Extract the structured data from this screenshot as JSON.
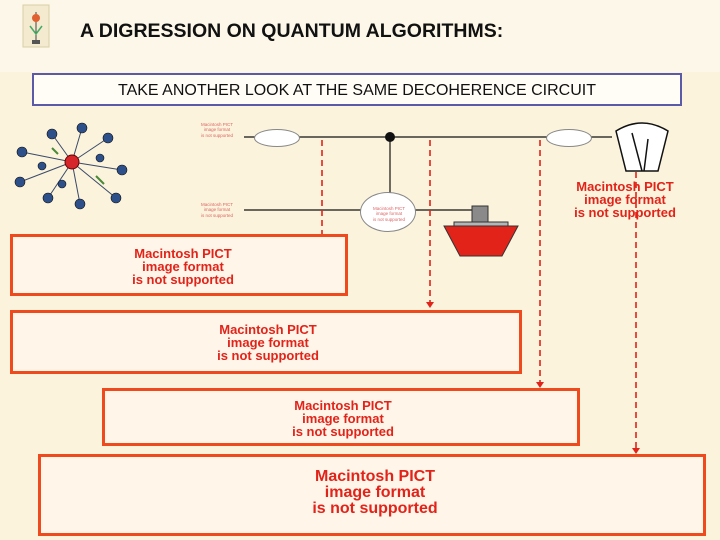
{
  "header": {
    "title": "A DIGRESSION ON QUANTUM ALGORITHMS:",
    "subtitle": "TAKE ANOTHER LOOK AT THE SAME DECOHERENCE CIRCUIT"
  },
  "placeholder": {
    "line1": "Macintosh PICT",
    "line2": "image format",
    "line3": "is not supported"
  },
  "colors": {
    "accent_red": "#e2231a",
    "box_orange": "#ef4a1d",
    "title_border": "#5a5aa8",
    "background": "#fbf3dc"
  },
  "icons": [
    "logo-icon",
    "molecule-icon",
    "meter-icon",
    "apparatus-icon"
  ]
}
